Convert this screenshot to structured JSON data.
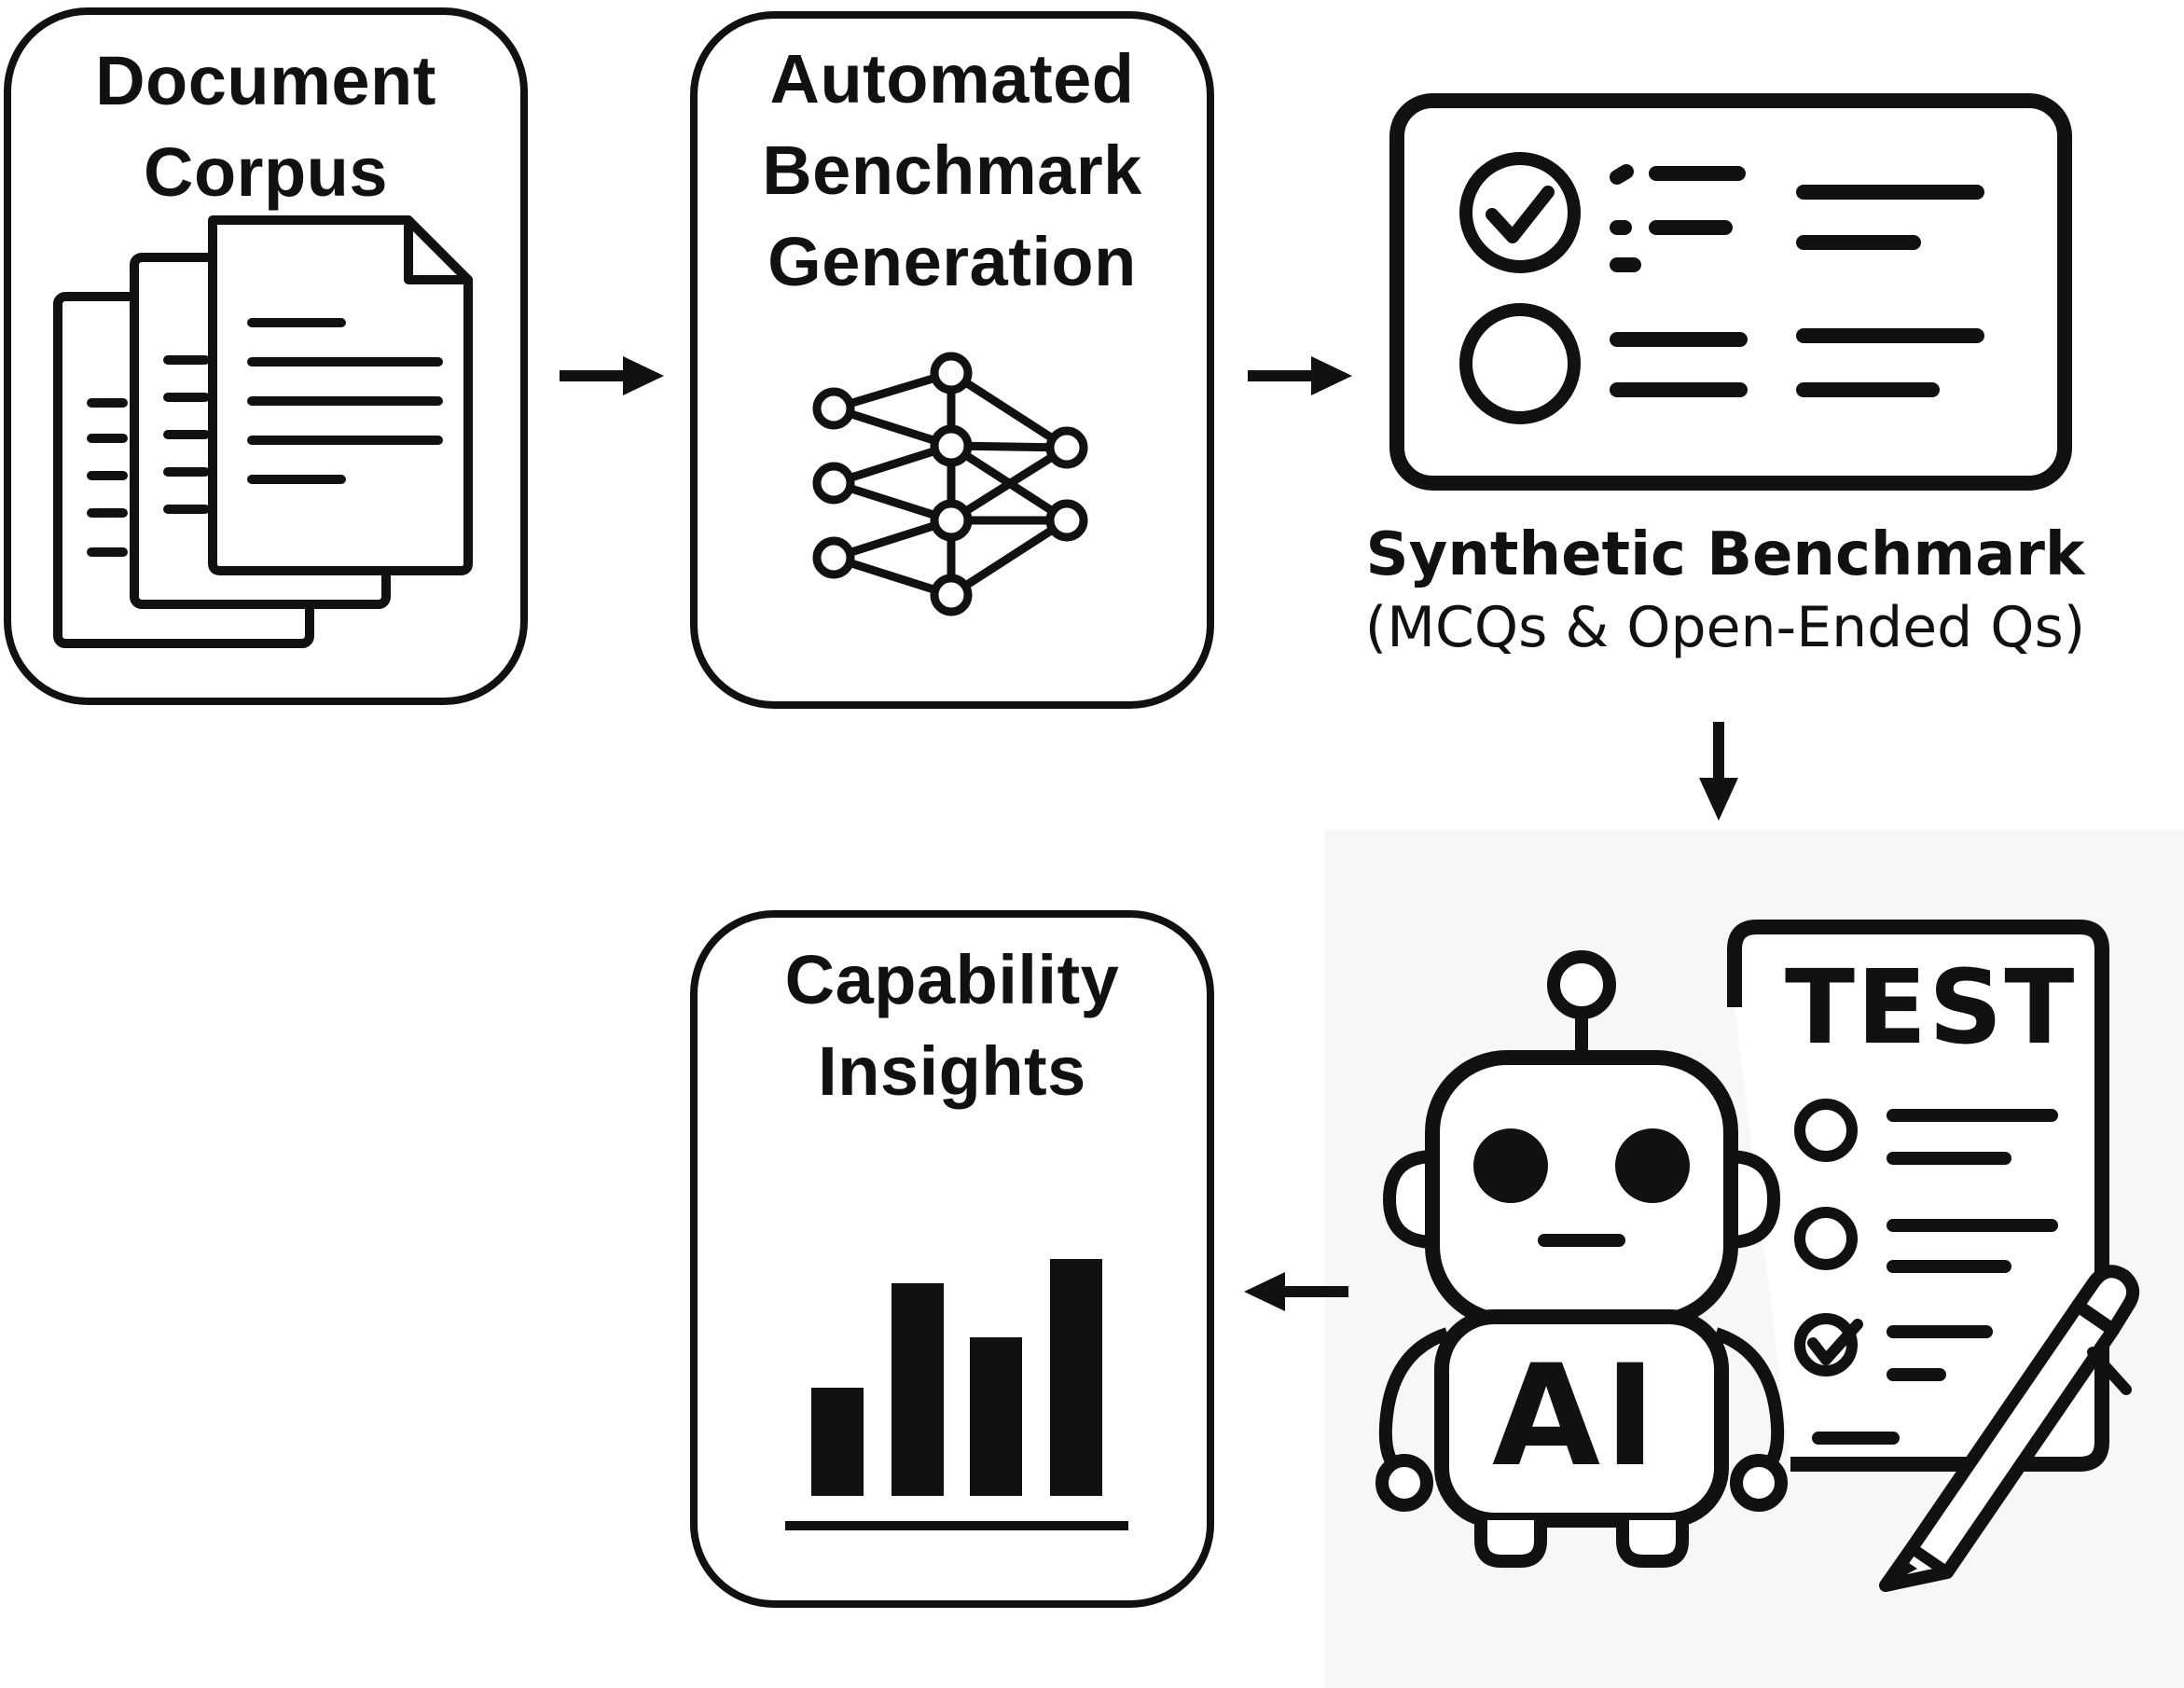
{
  "nodes": {
    "corpus": {
      "line1": "Document",
      "line2": "Corpus"
    },
    "generation": {
      "line1": "Automated",
      "line2": "Benchmark",
      "line3": "Generation"
    },
    "benchmark": {
      "title": "Synthetic Benchmark",
      "subtitle": "(MCQs & Open-Ended Qs)"
    },
    "evaluation": {
      "sheet_label": "TEST",
      "robot_label": "AI"
    },
    "insights": {
      "line1": "Capability",
      "line2": "Insights"
    }
  },
  "icons": [
    "documents-icon",
    "neural-network-icon",
    "quiz-form-icon",
    "robot-icon",
    "test-sheet-icon",
    "pencil-icon",
    "bar-chart-icon",
    "arrow-icon"
  ],
  "colors": {
    "stroke": "#111111",
    "background": "#ffffff"
  }
}
